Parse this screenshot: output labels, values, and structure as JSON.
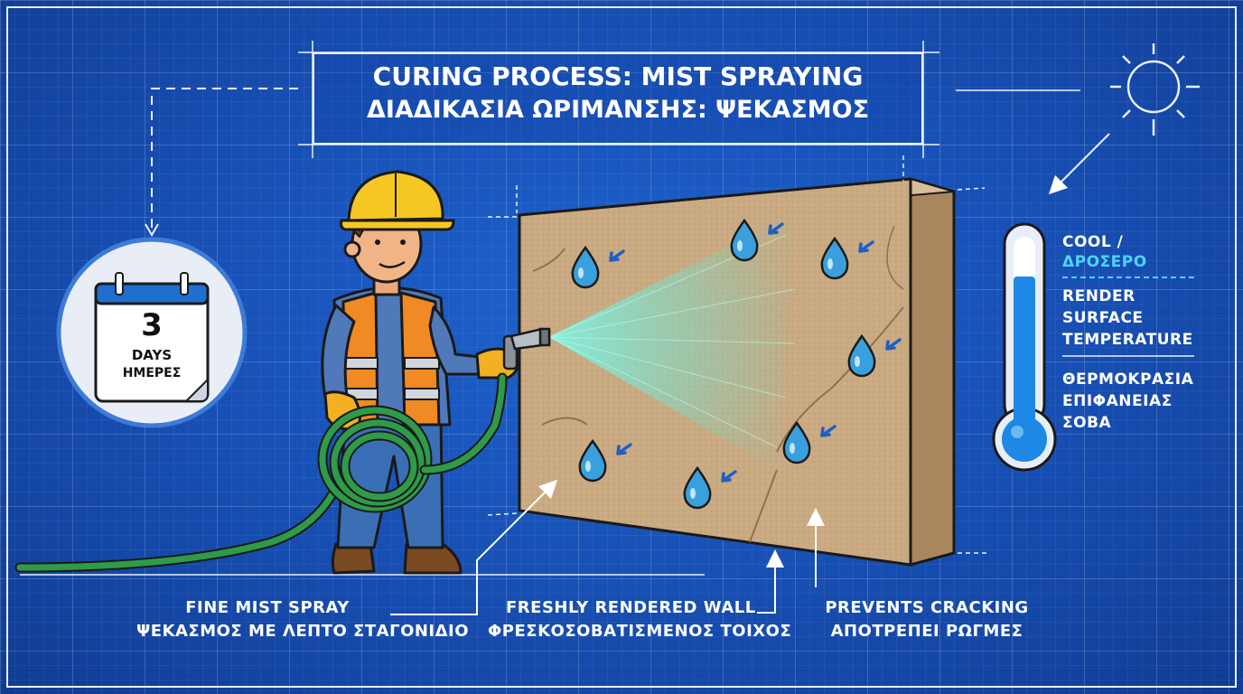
{
  "title": {
    "line_en": "CURING PROCESS: MIST SPRAYING",
    "line_gr": "ΔΙΑΔΙΚΑΣΙΑ ΩΡΙΜΑΝΣΗΣ: ΨΕΚΑΣΜΟΣ"
  },
  "calendar": {
    "number": "3",
    "unit_en": "DAYS",
    "unit_gr": "ΗΜΕΡΕΣ"
  },
  "thermometer": {
    "label_cool_en": "COOL /",
    "label_cool_gr": "ΔΡΟΣΕΡΟ",
    "label_en_1": "RENDER",
    "label_en_2": "SURFACE",
    "label_en_3": "TEMPERATURE",
    "label_gr_1": "ΘΕΡΜΟΚΡΑΣΙΑ",
    "label_gr_2": "ΕΠΙΦΑΝΕΙΑΣ",
    "label_gr_3": "ΣΟΒΑ"
  },
  "captions": {
    "spray_en": "FINE MIST SPRAY",
    "spray_gr": "ΨΕΚΑΣΜΟΣ ΜΕ ΛΕΠΤΟ ΣΤΑΓΟΝΙΔΙΟ",
    "wall_en": "FRESHLY RENDERED WALL",
    "wall_gr": "ΦΡΕΣΚΟΣΟΒΑΤΙΣΜΕΝΟΣ ΤΟΙΧΟΣ",
    "crack_en": "PREVENTS CRACKING",
    "crack_gr": "ΑΠΟΤΡΕΠΕΙ ΡΩΓΜΕΣ"
  },
  "colors": {
    "background": "#1650b8",
    "wall_face": "#c9aa82",
    "wall_side": "#a8875f",
    "water": "#3aa0dd",
    "mist": "#5ee0d0",
    "vest": "#f08a24",
    "helmet": "#f6c623",
    "hose": "#2f9a48",
    "thermo_fill": "#1e88e5"
  },
  "icons": [
    "sun-icon",
    "calendar-icon",
    "thermometer-icon",
    "water-drop-icon",
    "hose-nozzle-icon"
  ]
}
